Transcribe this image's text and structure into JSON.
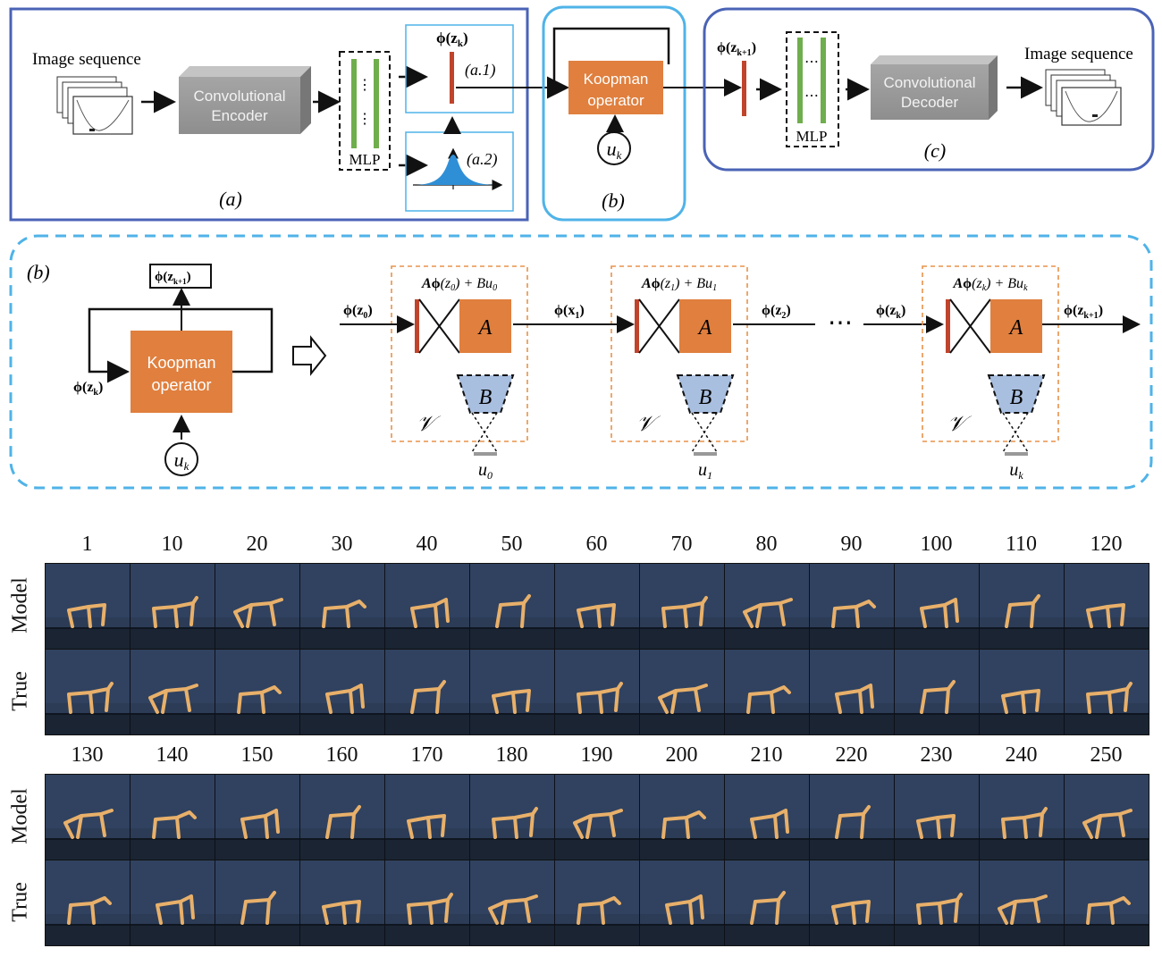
{
  "colors": {
    "panel_a_border": "#4a63b6",
    "panel_b_border": "#4fb3e8",
    "koopman_fill": "#e07f3e",
    "mlp_green": "#6fae4c",
    "latent_red": "#c0442b",
    "encoder_gray": "#9a9a9a",
    "b_matrix_fill": "#a9bfe0",
    "dashed_orange": "#e8924a",
    "dashed_blue": "#4fb3e8",
    "distribution_blue": "#2f8fd6",
    "frame_bg": "#2c3c56",
    "walker_orange": "#e8b06a"
  },
  "top": {
    "input_label": "Image sequence",
    "encoder_label_1": "Convolutional",
    "encoder_label_2": "Encoder",
    "mlp_label": "MLP",
    "latent_label": "φ(z_k)",
    "a1_label": "(a.1)",
    "a2_label": "(a.2)",
    "panel_a_caption": "(a)",
    "koopman_line1": "Koopman",
    "koopman_line2": "operator",
    "input_u": "u_k",
    "panel_b_caption": "(b)",
    "next_latent_label": "φ(z_k+1)",
    "decoder_label_1": "Convolutional",
    "decoder_label_2": "Decoder",
    "mlp2_label": "MLP",
    "output_label": "Image sequence",
    "panel_c_caption": "(c)"
  },
  "middle": {
    "caption": "(b)",
    "top_output": "φ(z_k+1)",
    "feedback_label": "φ(z_k)",
    "koopman_line1": "Koopman",
    "koopman_line2": "operator",
    "input_u": "u_k",
    "cells": [
      {
        "equation": "Aφ(z₀) + Bu₀",
        "in_label": "φ(z₀)",
        "u_label": "u₀"
      },
      {
        "equation": "Aφ(z₁) + Bu₁",
        "in_label": "φ(x₁)",
        "u_label": "u₁"
      },
      {
        "equation": "Aφ(z_k) + Bu_k",
        "in_label": "φ(z_k)",
        "u_label": "u_k"
      }
    ],
    "after_cell2_label": "φ(z₂)",
    "final_out_label": "φ(z_k+1)",
    "matrix_a": "A",
    "matrix_b": "B",
    "space_v": "𝒱",
    "ellipsis": "⋯"
  },
  "frames": {
    "row_labels": {
      "model": "Model",
      "true": "True"
    },
    "group1": [
      "1",
      "10",
      "20",
      "30",
      "40",
      "50",
      "60",
      "70",
      "80",
      "90",
      "100",
      "110",
      "120"
    ],
    "group2": [
      "130",
      "140",
      "150",
      "160",
      "170",
      "180",
      "190",
      "200",
      "210",
      "220",
      "230",
      "240",
      "250"
    ]
  }
}
